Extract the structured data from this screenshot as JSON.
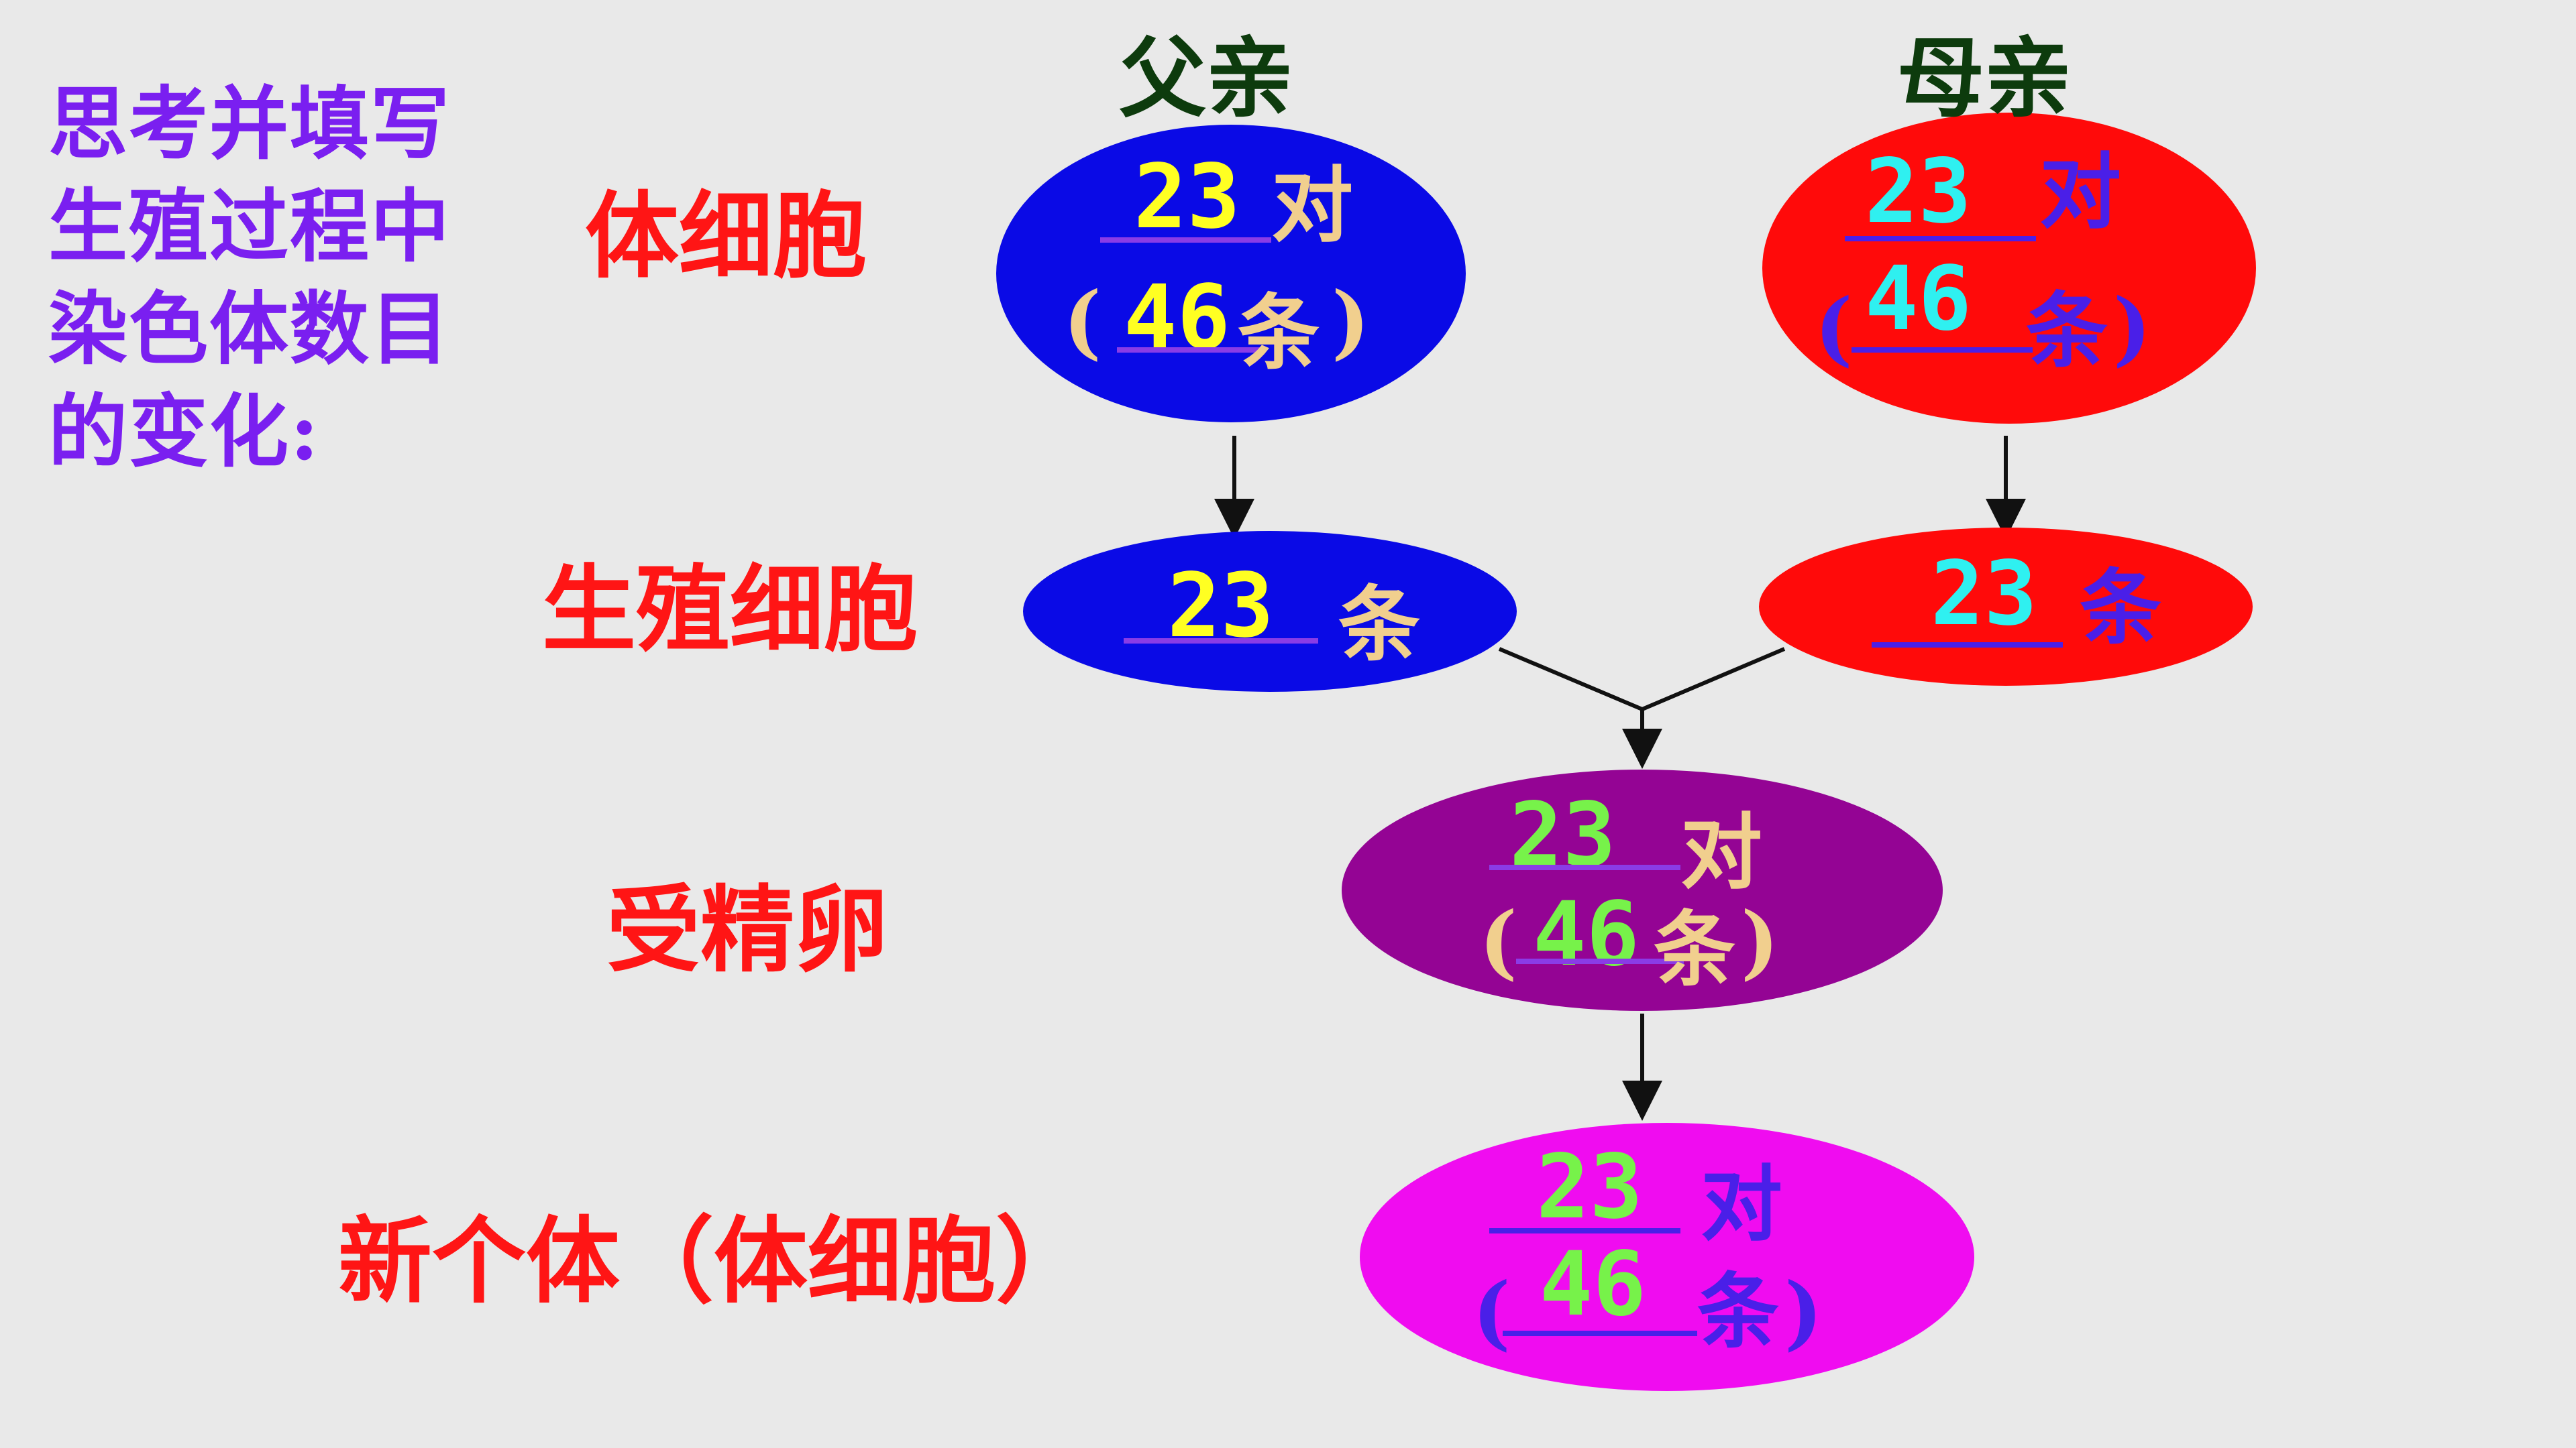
{
  "colors": {
    "background": "#e9e9e9",
    "father_cell": "#0a0ae6",
    "mother_cell": "#ff0a0a",
    "zygote": "#940494",
    "offspring": "#f00cf0",
    "label_red": "#ff1515",
    "note_purple": "#7a1ff0",
    "header_green": "#0d3b0d",
    "yellow_num": "#ffff22",
    "cyan_num": "#2ff0f0",
    "green_num": "#77f24a",
    "beige_text": "#f1cf8e",
    "blue_text": "#4a1fe8",
    "underline_purple": "#8a3ce6"
  },
  "side_note": "思考并填写生殖过程中染色体数目的变化:",
  "headers": {
    "father": "父亲",
    "mother": "母亲"
  },
  "row_labels": {
    "somatic": "体细胞",
    "germ": "生殖细胞",
    "zygote": "受精卵",
    "offspring": "新个体（体细胞）"
  },
  "father_somatic": {
    "pairs": "23",
    "pair_unit": "对",
    "open": "(",
    "count": "46",
    "count_unit": "条",
    "close": ")"
  },
  "mother_somatic": {
    "pairs": "23",
    "pair_unit": "对",
    "open": "(",
    "count": "46",
    "count_unit": "条",
    "close": ")"
  },
  "father_germ": {
    "count": "23",
    "unit": "条"
  },
  "mother_germ": {
    "count": "23",
    "unit": "条"
  },
  "zygote": {
    "pairs": "23",
    "pair_unit": "对",
    "open": "(",
    "count": "46",
    "count_unit": "条",
    "close": ")"
  },
  "offspring": {
    "pairs": "23",
    "pair_unit": "对",
    "open": "(",
    "count": "46",
    "count_unit": "条",
    "close": ")"
  }
}
